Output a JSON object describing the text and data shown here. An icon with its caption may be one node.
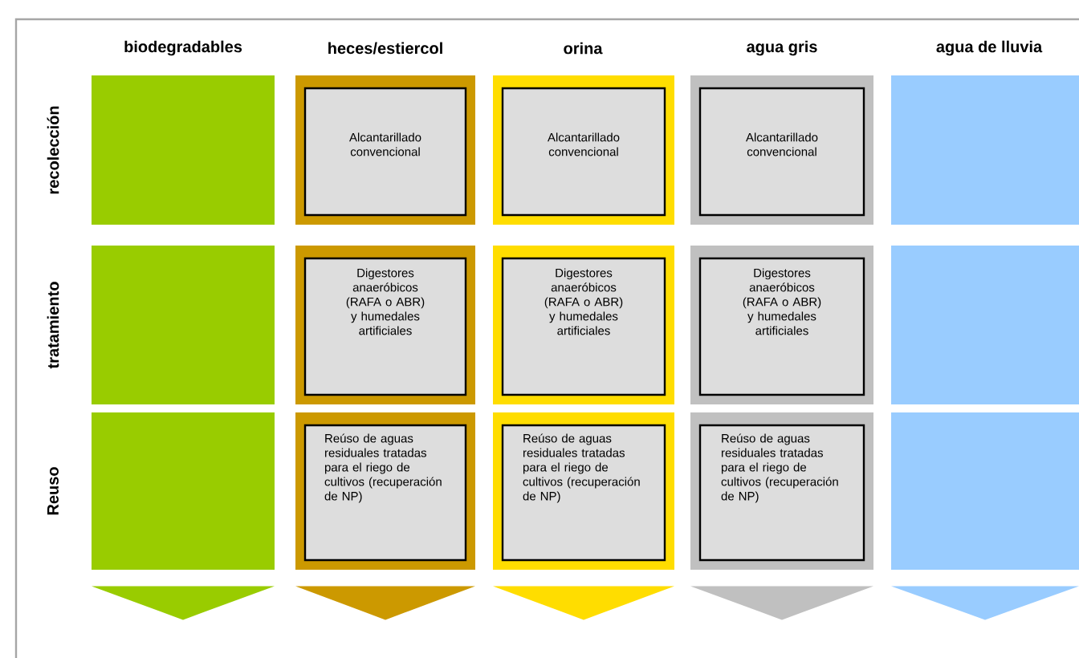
{
  "diagram": {
    "nodes": [
      {
        "text": [],
        "shape": "box"
      },
      {
        "text": [],
        "shape": "box"
      },
      {
        "text": [
          "Alcantarillado convencional"
        ],
        "in": 1
      },
      {
        "text": [],
        "shape": "box"
      },
      {
        "text": [
          "Alcantarillado convencional"
        ],
        "in": 3
      },
      {
        "text": [],
        "shape": "box"
      },
      {
        "text": [
          "Alcantarillado convencional"
        ],
        "in": 5
      },
      {
        "text": [],
        "shape": "box"
      },
      {
        "text": [],
        "shape": "box"
      },
      {
        "text": [],
        "shape": "box"
      },
      {
        "text": [
          "Digestores anaeróbicos (RAFA o ABR) y humedales artificiales"
        ],
        "in": 9
      },
      {
        "text": [],
        "shape": "box"
      },
      {
        "text": [
          "Digestores anaeróbicos (RAFA o ABR) y humedales artificiales"
        ],
        "in": 11
      },
      {
        "text": [],
        "shape": "box"
      },
      {
        "text": [
          "Digestores anaeróbicos (RAFA o ABR) y humedales artificiales"
        ],
        "in": 13
      },
      {
        "text": [],
        "shape": "box"
      },
      {
        "text": [],
        "shape": "box"
      },
      {
        "text": [],
        "shape": "box"
      },
      {
        "text": [
          "Reúso de aguas residuales tratadas para el riego de cultivos (recuperación de NP)"
        ],
        "in": 17
      },
      {
        "text": [],
        "shape": "box"
      },
      {
        "text": [
          "Reúso de aguas residuales tratadas para el riego de cultivos (recuperación de NP)"
        ],
        "in": 19
      },
      {
        "text": [],
        "shape": "box"
      },
      {
        "text": [
          "Reúso de aguas residuales tratadas para el riego de cultivos (recuperación de NP)"
        ],
        "in": 21
      },
      {
        "text": [],
        "shape": "box"
      },
      {
        "text": [],
        "shape": "triangle"
      },
      {
        "text": [],
        "shape": "triangle"
      },
      {
        "text": [],
        "shape": "triangle"
      },
      {
        "text": [],
        "shape": "triangle"
      },
      {
        "text": [],
        "shape": "triangle"
      }
    ],
    "labels": [
      "biodegradables",
      "heces/estiercol",
      "orina",
      "agua gris",
      "agua de lluvia",
      "recolección",
      "tratamiento",
      "Reuso"
    ]
  }
}
